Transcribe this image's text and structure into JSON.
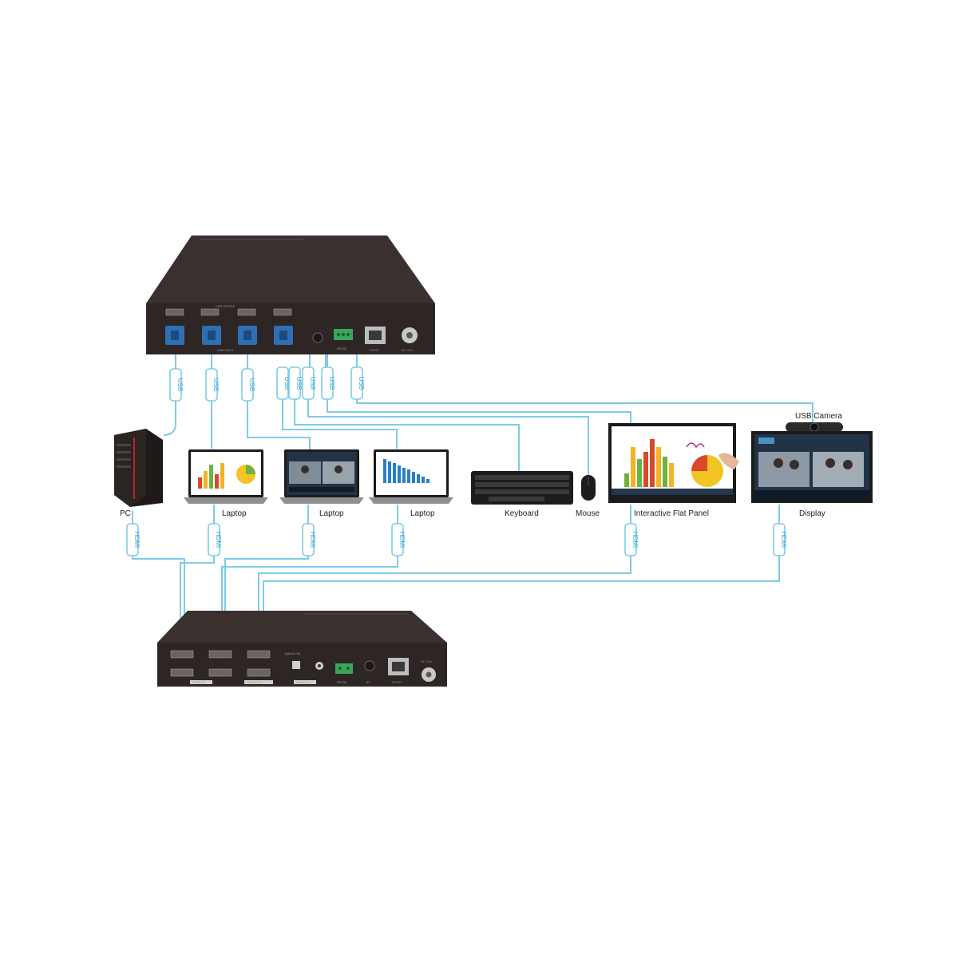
{
  "colors": {
    "cable": "#7fcbe6",
    "chassis": "#2e2624",
    "usb_port": "#2f6fb3",
    "terminal": "#3aa65a",
    "screen_dark": "#223346"
  },
  "cable_tags": {
    "usb": "USB",
    "hdmi": "HDMI"
  },
  "devices": {
    "pc": "PC",
    "laptop_1": "Laptop",
    "laptop_2": "Laptop",
    "laptop_3": "Laptop",
    "keyboard": "Keyboard",
    "mouse": "Mouse",
    "flat_panel": "Interactive Flat Panel",
    "display": "Display",
    "usb_camera": "USB Camera"
  },
  "top_unit": {
    "ports": {
      "usb_device": "USB DEVICE",
      "usb_host": "USB HOST",
      "rs232": "RS232",
      "tcp_ip": "TCP/IP",
      "dc": "DC 12V"
    }
  },
  "bottom_unit": {
    "ports": {
      "optical": "Optical Out",
      "hdmi_in": "HDMI IN",
      "hdmi_out": "HDMI OUT",
      "audio_out": "Audio Out",
      "rs232": "RS232",
      "ir": "IR",
      "tcp_ip": "TCP/IP",
      "dc": "DC 12V"
    }
  }
}
